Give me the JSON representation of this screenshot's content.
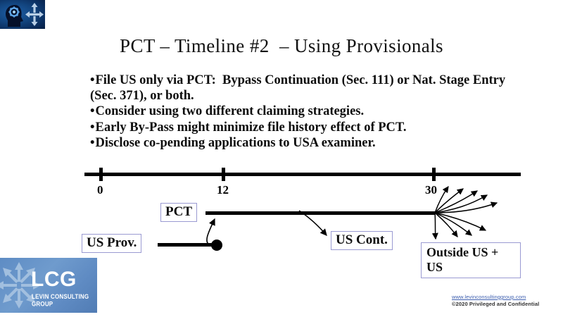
{
  "slide": {
    "title": "PCT – Timeline #2  – Using Provisionals",
    "bullets": [
      "File US only via PCT:  Bypass Continuation (Sec. 111) or Nat. Stage Entry (Sec. 371), or both.",
      "Consider using two different claiming strategies.",
      "Early By-Pass might minimize file history effect of PCT.",
      "Disclose co-pending applications to USA examiner."
    ]
  },
  "timeline": {
    "axis_ticks": [
      {
        "label": "0",
        "months": 0
      },
      {
        "label": "12",
        "months": 12
      },
      {
        "label": "30",
        "months": 30
      }
    ],
    "boxes": {
      "pct": "PCT",
      "us_prov": "US Prov.",
      "us_cont": "US Cont.",
      "outside_us": "Outside US + US"
    },
    "box_border_color": "#9a9ad2",
    "line_color": "#000000",
    "fan_arrow_count": 9
  },
  "branding": {
    "mark_alt": "brain-gear-logo",
    "logo_name": "LCG",
    "logo_tagline": "LEVIN CONSULTING GROUP",
    "logo_color": "#5e8cc4",
    "mark_color": "#12447e"
  },
  "footer": {
    "link": "www.levinconsultinggroup.com",
    "copyright": "©2020 Privileged and Confidential",
    "link_color": "#3f60b0"
  }
}
